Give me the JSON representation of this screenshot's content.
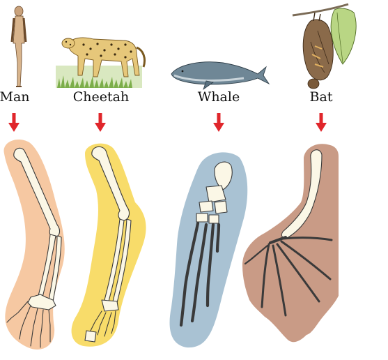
{
  "animals": [
    {
      "id": "man",
      "name": "Man",
      "limb_color": "#f6c8a2"
    },
    {
      "id": "cheetah",
      "name": "Cheetah",
      "limb_color": "#f8dc6a"
    },
    {
      "id": "whale",
      "name": "Whale",
      "limb_color": "#a9c2d3"
    },
    {
      "id": "bat",
      "name": "Bat",
      "limb_color": "#c99b86"
    }
  ],
  "colors": {
    "arrow": "#e0262b",
    "bone_fill": "#fbf7e6",
    "bone_stroke": "#3a3a3a"
  }
}
